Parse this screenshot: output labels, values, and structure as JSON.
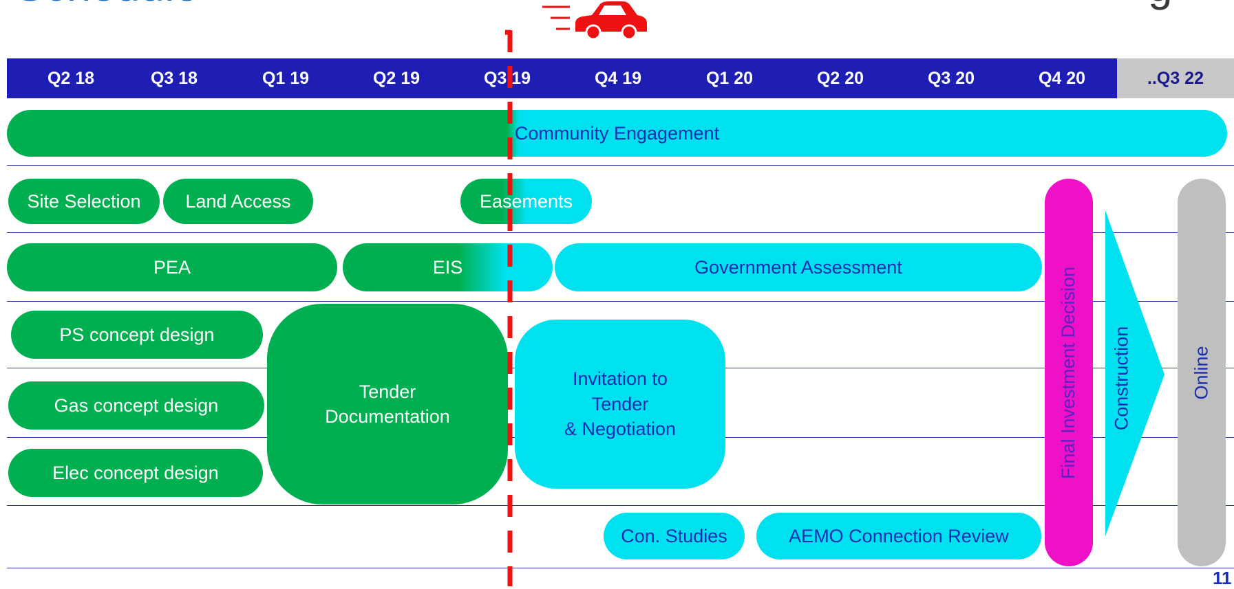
{
  "title_fragment": "Schedule",
  "logo_fragment": "g",
  "page_number": "11",
  "quarters": [
    "Q2 18",
    "Q3 18",
    "Q1 19",
    "Q2 19",
    "Q3 19",
    "Q4 19",
    "Q1 20",
    "Q2 20",
    "Q3 20",
    "Q4 20",
    "..Q3 22"
  ],
  "tasks": {
    "community": "Community Engagement",
    "site_selection": "Site Selection",
    "land_access": "Land Access",
    "easements": "Easements",
    "pea": "PEA",
    "eis": "EIS",
    "gov_assessment": "Government Assessment",
    "ps_design": "PS concept design",
    "gas_design": "Gas concept design",
    "elec_design": "Elec concept design",
    "tender_doc_1": "Tender",
    "tender_doc_2": "Documentation",
    "itt_1": "Invitation to",
    "itt_2": "Tender",
    "itt_3": "& Negotiation",
    "con_studies": "Con. Studies",
    "aemo": "AEMO Connection Review",
    "fid": "Final Investment Decision",
    "construction": "Construction",
    "online": "Online"
  },
  "colors": {
    "completed": "#00b050",
    "upcoming": "#00e1f0",
    "decision": "#ee11c8",
    "online": "#bfbfbf",
    "header": "#1e1eb4",
    "today_marker": "#ee1111"
  },
  "icons": {
    "current_position": "car-icon"
  }
}
